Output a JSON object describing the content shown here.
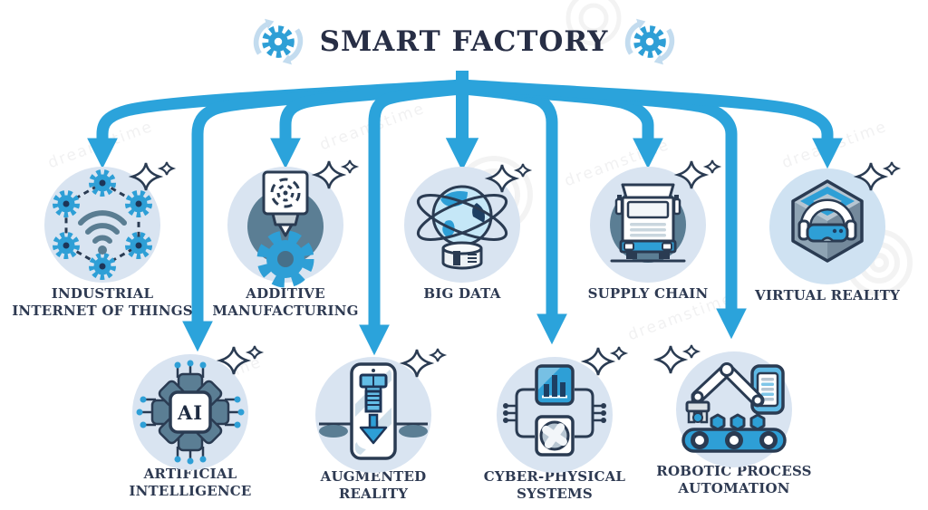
{
  "title": "SMART FACTORY",
  "watermark_text": "dreamstime",
  "ai_chip_label": "AI",
  "colors": {
    "accent_arrow_blue": "#2BA3DB",
    "title_navy": "#272E45",
    "label_navy": "#2E3A52",
    "circle_background": "#D9E4F1",
    "icon_outline": "#2A3B52",
    "gear_blue": "#2E9FD6",
    "slate_gray": "#5B7E94"
  },
  "icons": {
    "header_left": "gear-cycle-icon",
    "header_right": "gear-cycle-icon"
  },
  "nodes": [
    {
      "id": "industrial-internet-of-things",
      "row": 1,
      "label_lines": [
        "INDUSTRIAL",
        "INTERNET OF THINGS"
      ]
    },
    {
      "id": "additive-manufacturing",
      "row": 1,
      "label_lines": [
        "ADDITIVE",
        "MANUFACTURING"
      ]
    },
    {
      "id": "big-data",
      "row": 1,
      "label_lines": [
        "BIG DATA"
      ]
    },
    {
      "id": "supply-chain",
      "row": 1,
      "label_lines": [
        "SUPPLY CHAIN"
      ]
    },
    {
      "id": "virtual-reality",
      "row": 1,
      "label_lines": [
        "VIRTUAL REALITY"
      ]
    },
    {
      "id": "artificial-intelligence",
      "row": 2,
      "label_lines": [
        "ARTIFICIAL",
        "INTELLIGENCE"
      ]
    },
    {
      "id": "augmented-reality",
      "row": 2,
      "label_lines": [
        "AUGMENTED",
        "REALITY"
      ]
    },
    {
      "id": "cyber-physical-systems",
      "row": 2,
      "label_lines": [
        "CYBER-PHYSICAL",
        "SYSTEMS"
      ]
    },
    {
      "id": "robotic-process-automation",
      "row": 2,
      "label_lines": [
        "ROBOTIC PROCESS",
        "AUTOMATION"
      ]
    }
  ],
  "edges": [
    {
      "from": "smart-factory",
      "to": "industrial-internet-of-things"
    },
    {
      "from": "smart-factory",
      "to": "additive-manufacturing"
    },
    {
      "from": "smart-factory",
      "to": "big-data"
    },
    {
      "from": "smart-factory",
      "to": "supply-chain"
    },
    {
      "from": "smart-factory",
      "to": "virtual-reality"
    },
    {
      "from": "smart-factory",
      "to": "artificial-intelligence"
    },
    {
      "from": "smart-factory",
      "to": "augmented-reality"
    },
    {
      "from": "smart-factory",
      "to": "cyber-physical-systems"
    },
    {
      "from": "smart-factory",
      "to": "robotic-process-automation"
    }
  ]
}
